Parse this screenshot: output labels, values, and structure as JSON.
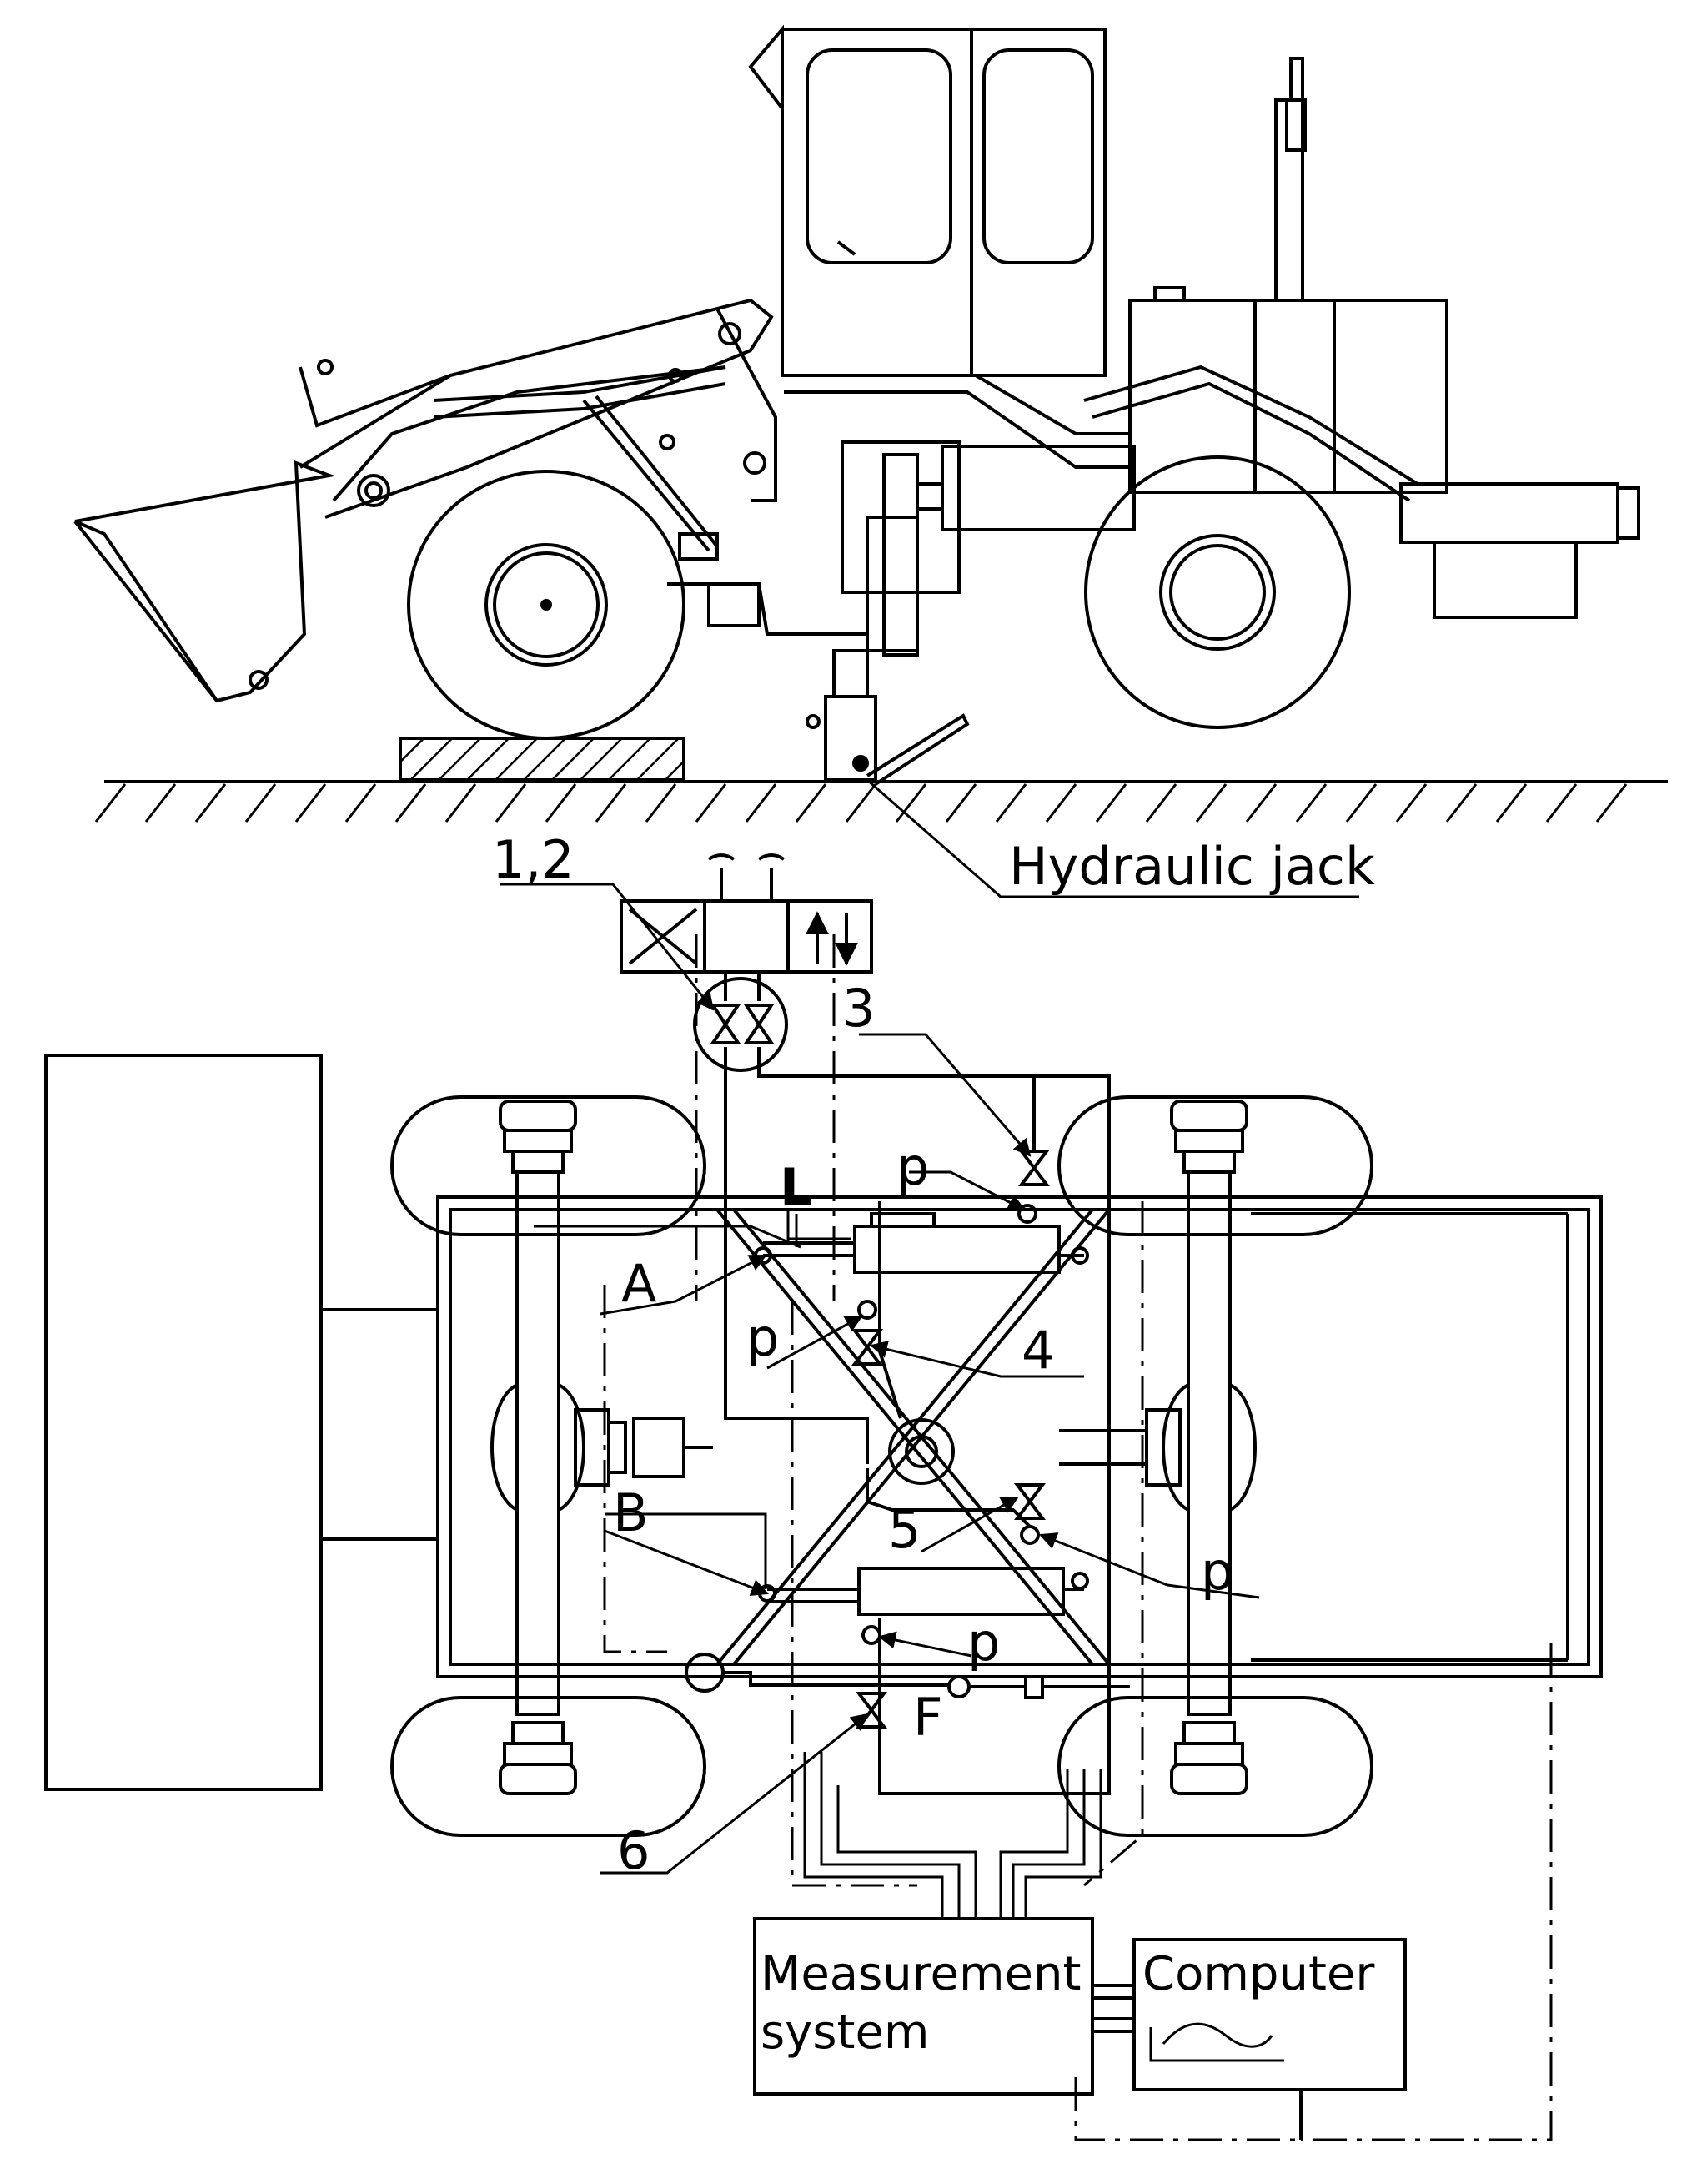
{
  "figure": {
    "labels": {
      "hydraulic_jack": "Hydraulic jack",
      "valve_1_2": "1,2",
      "valve_3": "3",
      "valve_4": "4",
      "valve_5": "5",
      "valve_6": "6",
      "point_A": "A",
      "point_B": "B",
      "force_L": "L",
      "force_F": "F",
      "pressure_1": "p",
      "pressure_2": "p",
      "pressure_3": "p",
      "pressure_4": "p"
    },
    "boxes": {
      "measurement_line1": "Measurement",
      "measurement_line2": "system",
      "computer": "Computer"
    }
  }
}
